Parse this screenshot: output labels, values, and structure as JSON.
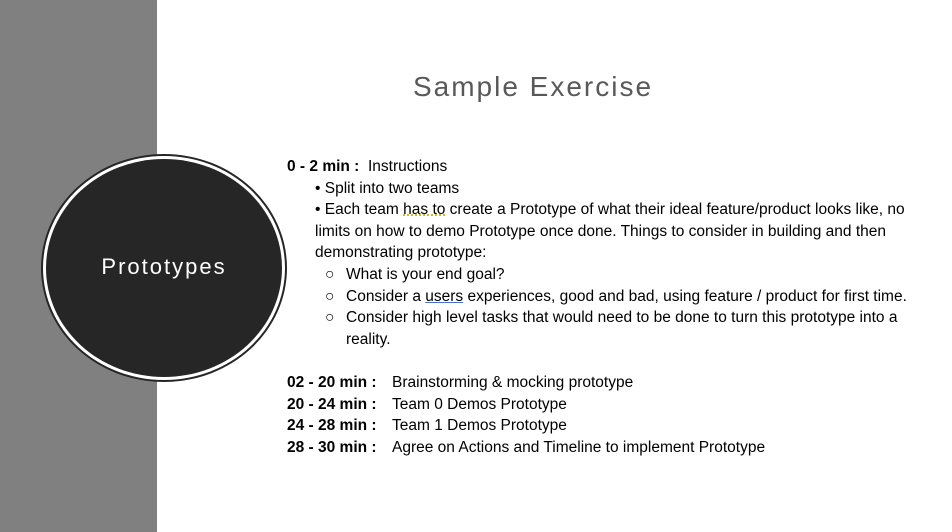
{
  "slide": {
    "title": "Sample Exercise",
    "circle_label": "Prototypes"
  },
  "content": {
    "first": {
      "time": "0 - 2 min :",
      "label": "Instructions"
    },
    "bullet1": "• Split into two teams",
    "bullet2": {
      "lead": "• Each team ",
      "squiggle": "has to",
      "rest": " create a Prototype of what their ideal feature/product looks like, no limits on how to demo Prototype once done. Things to consider in building and then demonstrating prototype:"
    },
    "sub_marker": "○",
    "sub1": "What is your end goal?",
    "sub2": {
      "lead": "Consider a ",
      "link": "users",
      "rest": " experiences, good and bad, using feature / product for first time."
    },
    "sub3": "Consider high level tasks that would need to be done to turn this prototype into a reality.",
    "schedule": [
      {
        "time": "02 - 20 min :",
        "label": "Brainstorming & mocking prototype"
      },
      {
        "time": "20 - 24 min :",
        "label": "Team 0 Demos Prototype"
      },
      {
        "time": "24 - 28 min :",
        "label": "Team 1 Demos Prototype"
      },
      {
        "time": "28 - 30 min :",
        "label": "Agree on Actions and Timeline to implement Prototype"
      }
    ]
  }
}
